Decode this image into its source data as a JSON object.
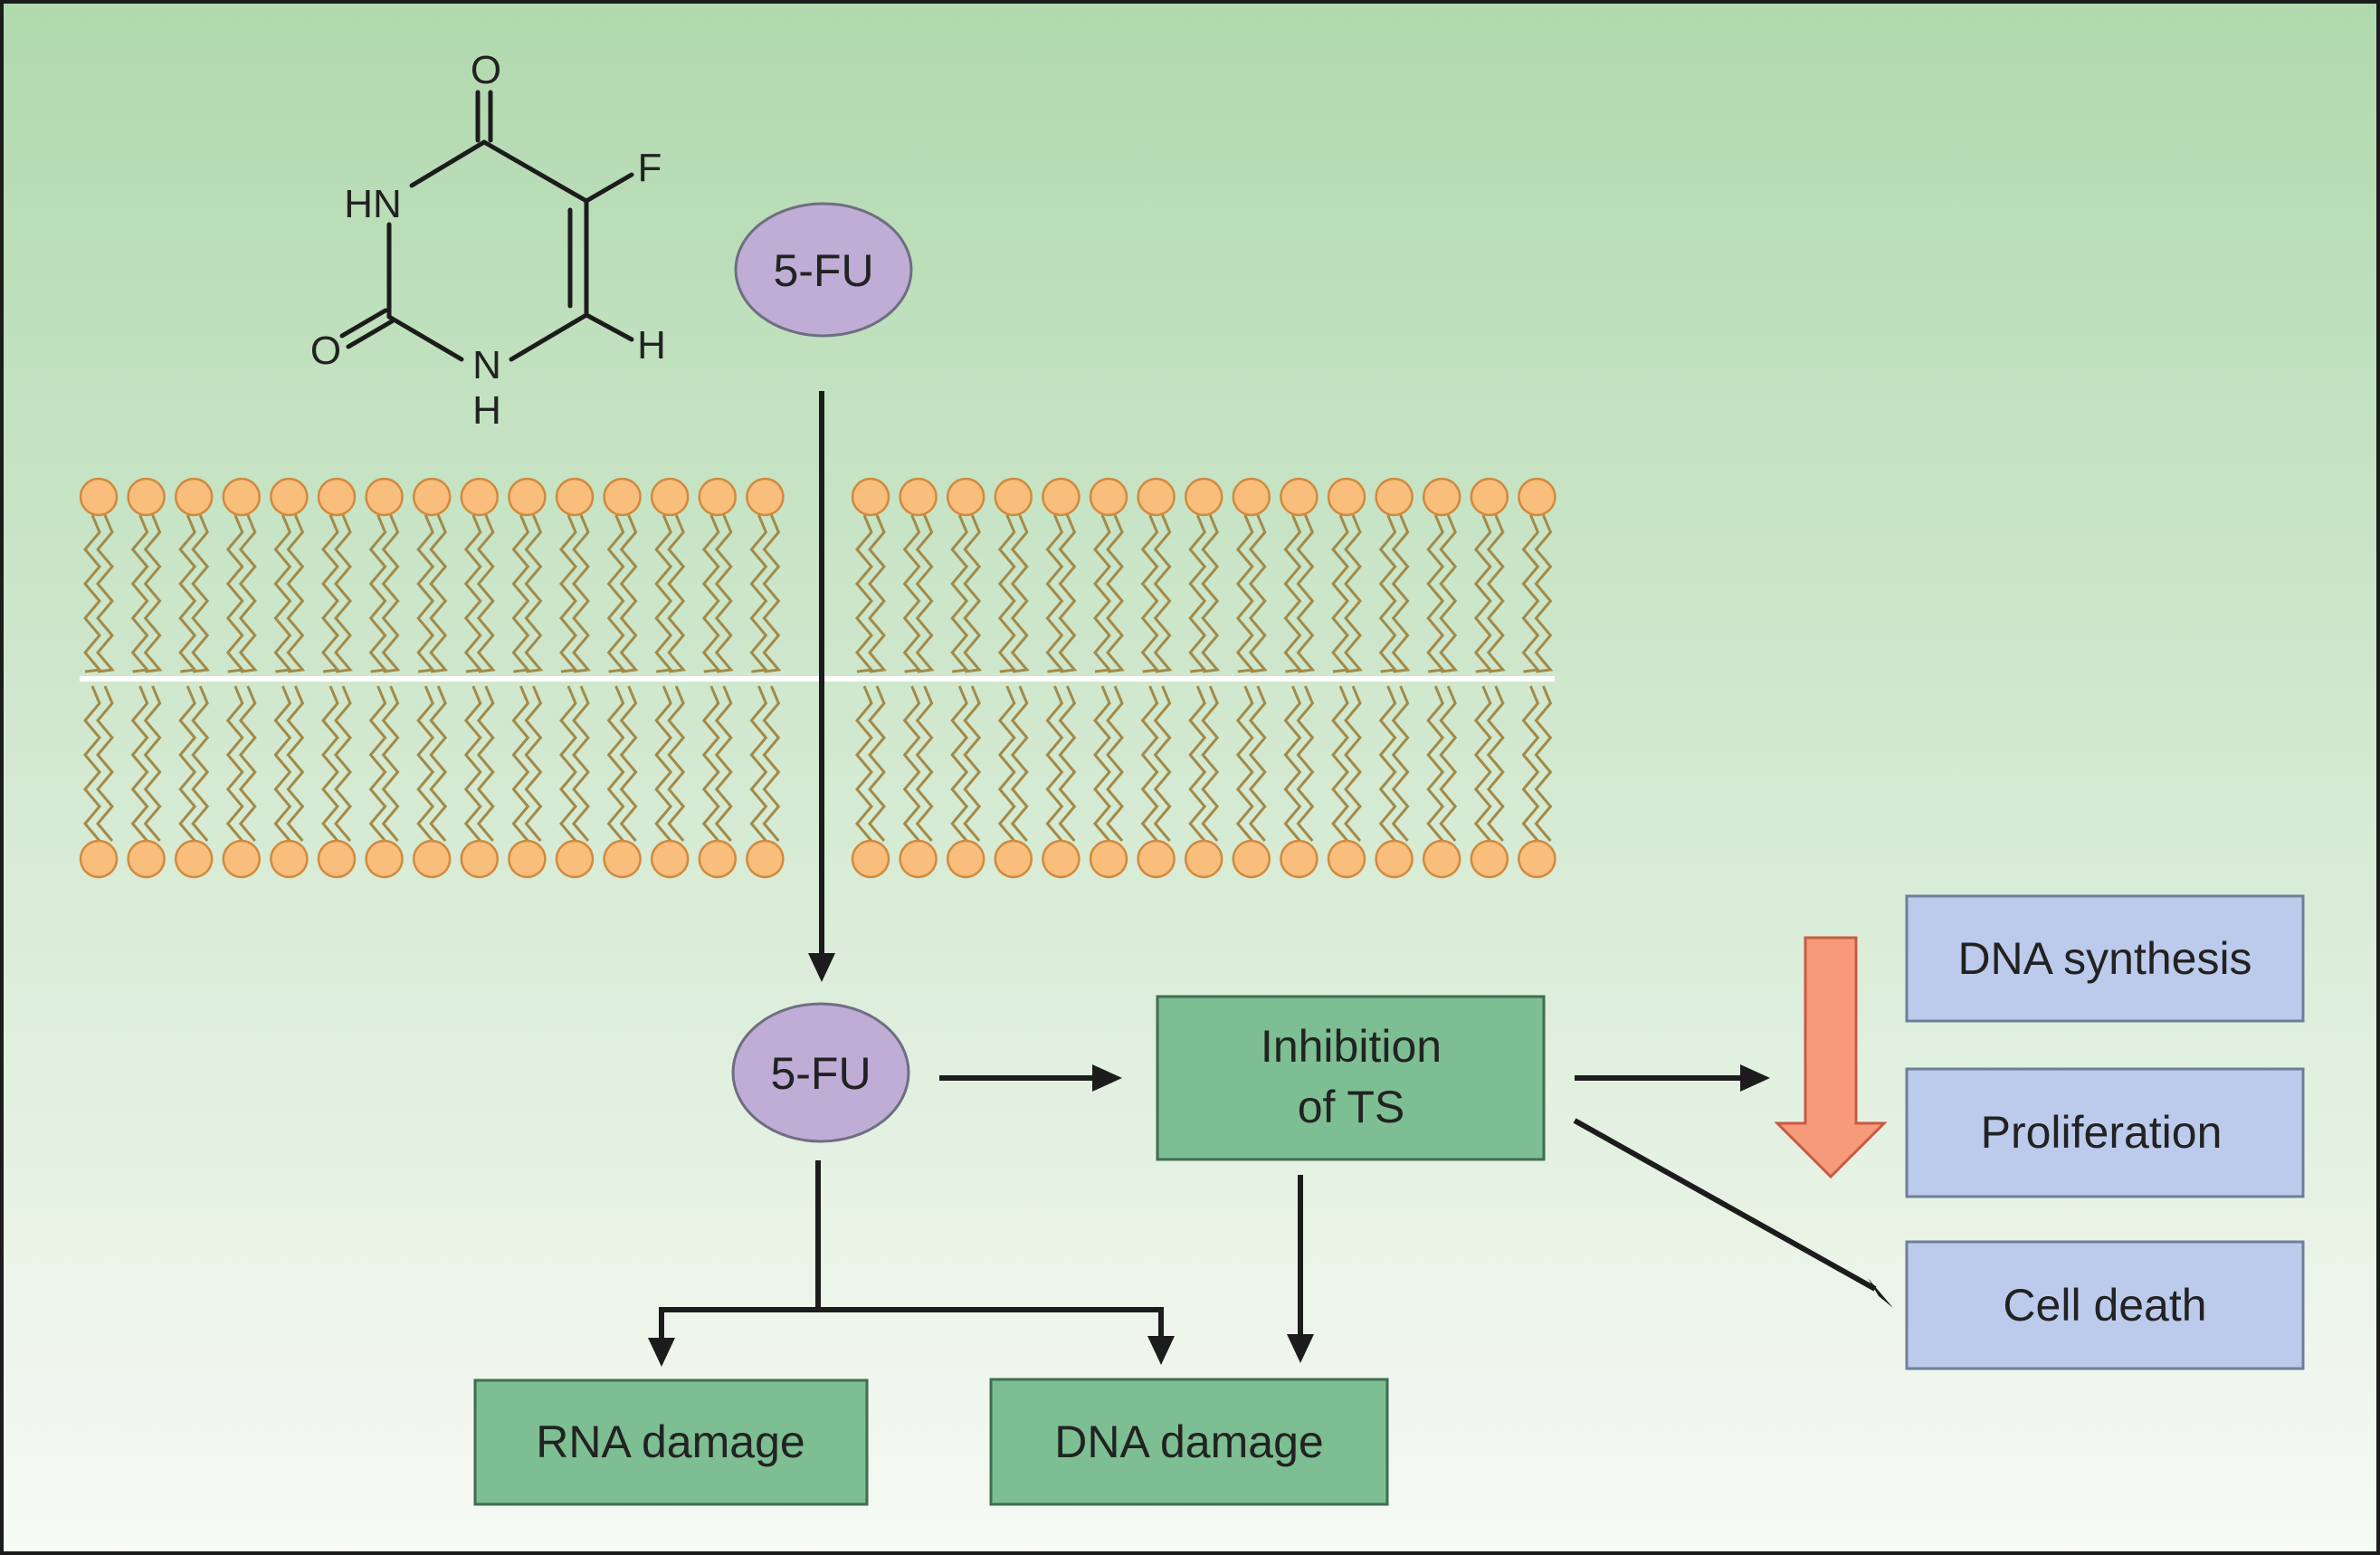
{
  "molecule": {
    "atoms": {
      "o_top": "O",
      "hn": "HN",
      "f": "F",
      "o_left": "O",
      "n": "N",
      "h_n": "H",
      "h_ring": "H"
    }
  },
  "nodes": {
    "fu_outside": "5-FU",
    "fu_inside": "5-FU",
    "ts_line1": "Inhibition",
    "ts_line2": "of TS",
    "rna_damage": "RNA damage",
    "dna_damage": "DNA damage",
    "dna_synthesis": "DNA synthesis",
    "proliferation": "Proliferation",
    "cell_death": "Cell death"
  },
  "membrane": {
    "heads_per_leaflet": 30
  },
  "colors": {
    "background_top": "#b0d9ae",
    "background_bottom": "#f7faf5",
    "ellipse_fill": "#bfadd6",
    "ellipse_stroke": "#6e6e82",
    "green_box_fill": "#7dbe92",
    "green_box_stroke": "#3f6e50",
    "blue_box_fill": "#bccbec",
    "blue_box_stroke": "#6f7f97",
    "lipid_head": "#f9bd7c",
    "lipid_head_stroke": "#d08a3d",
    "lipid_tail": "#a38a48",
    "decrease_arrow": "#f79a79",
    "decrease_arrow_stroke": "#c85a42",
    "line": "#1c1c1c"
  }
}
